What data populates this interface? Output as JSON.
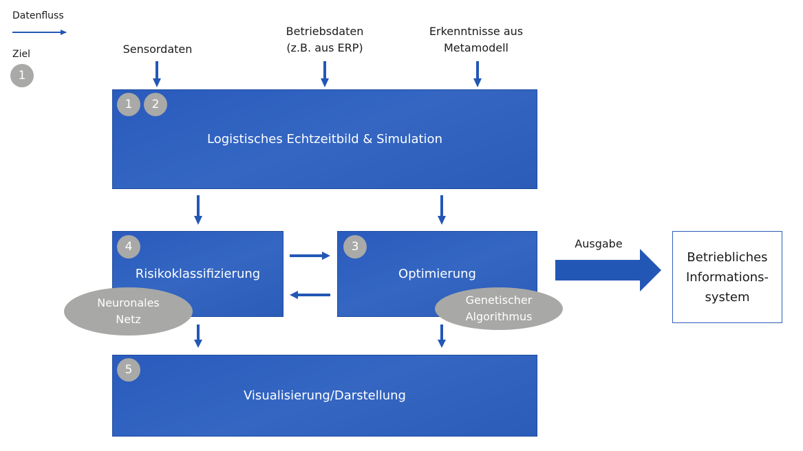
{
  "legend": {
    "flow_label": "Datenfluss",
    "goal_label": "Ziel",
    "goal_badge": "1"
  },
  "inputs": [
    {
      "lines": [
        "Sensordaten"
      ]
    },
    {
      "lines": [
        "Betriebsdaten",
        "(z.B. aus ERP)"
      ]
    },
    {
      "lines": [
        "Erkenntnisse aus",
        "Metamodell"
      ]
    }
  ],
  "boxes": {
    "realtime": {
      "title": "Logistisches Echtzeitbild & Simulation",
      "badges": [
        "1",
        "2"
      ]
    },
    "risk": {
      "title": "Risikoklassifizierung",
      "badges": [
        "4"
      ],
      "method": [
        "Neuronales",
        "Netz"
      ]
    },
    "optimization": {
      "title": "Optimierung",
      "badges": [
        "3"
      ],
      "method": [
        "Genetischer",
        "Algorithmus"
      ]
    },
    "visualization": {
      "title": "Visualisierung/Darstellung",
      "badges": [
        "5"
      ]
    }
  },
  "output": {
    "arrow_label": "Ausgabe",
    "target_lines": [
      "Betriebliches",
      "Informations-",
      "system"
    ]
  },
  "colors": {
    "box_blue": "#2b5cb8",
    "arrow_blue": "#2257b5",
    "badge_gray": "#a9a9a7",
    "text_dark": "#1a1a1a"
  }
}
